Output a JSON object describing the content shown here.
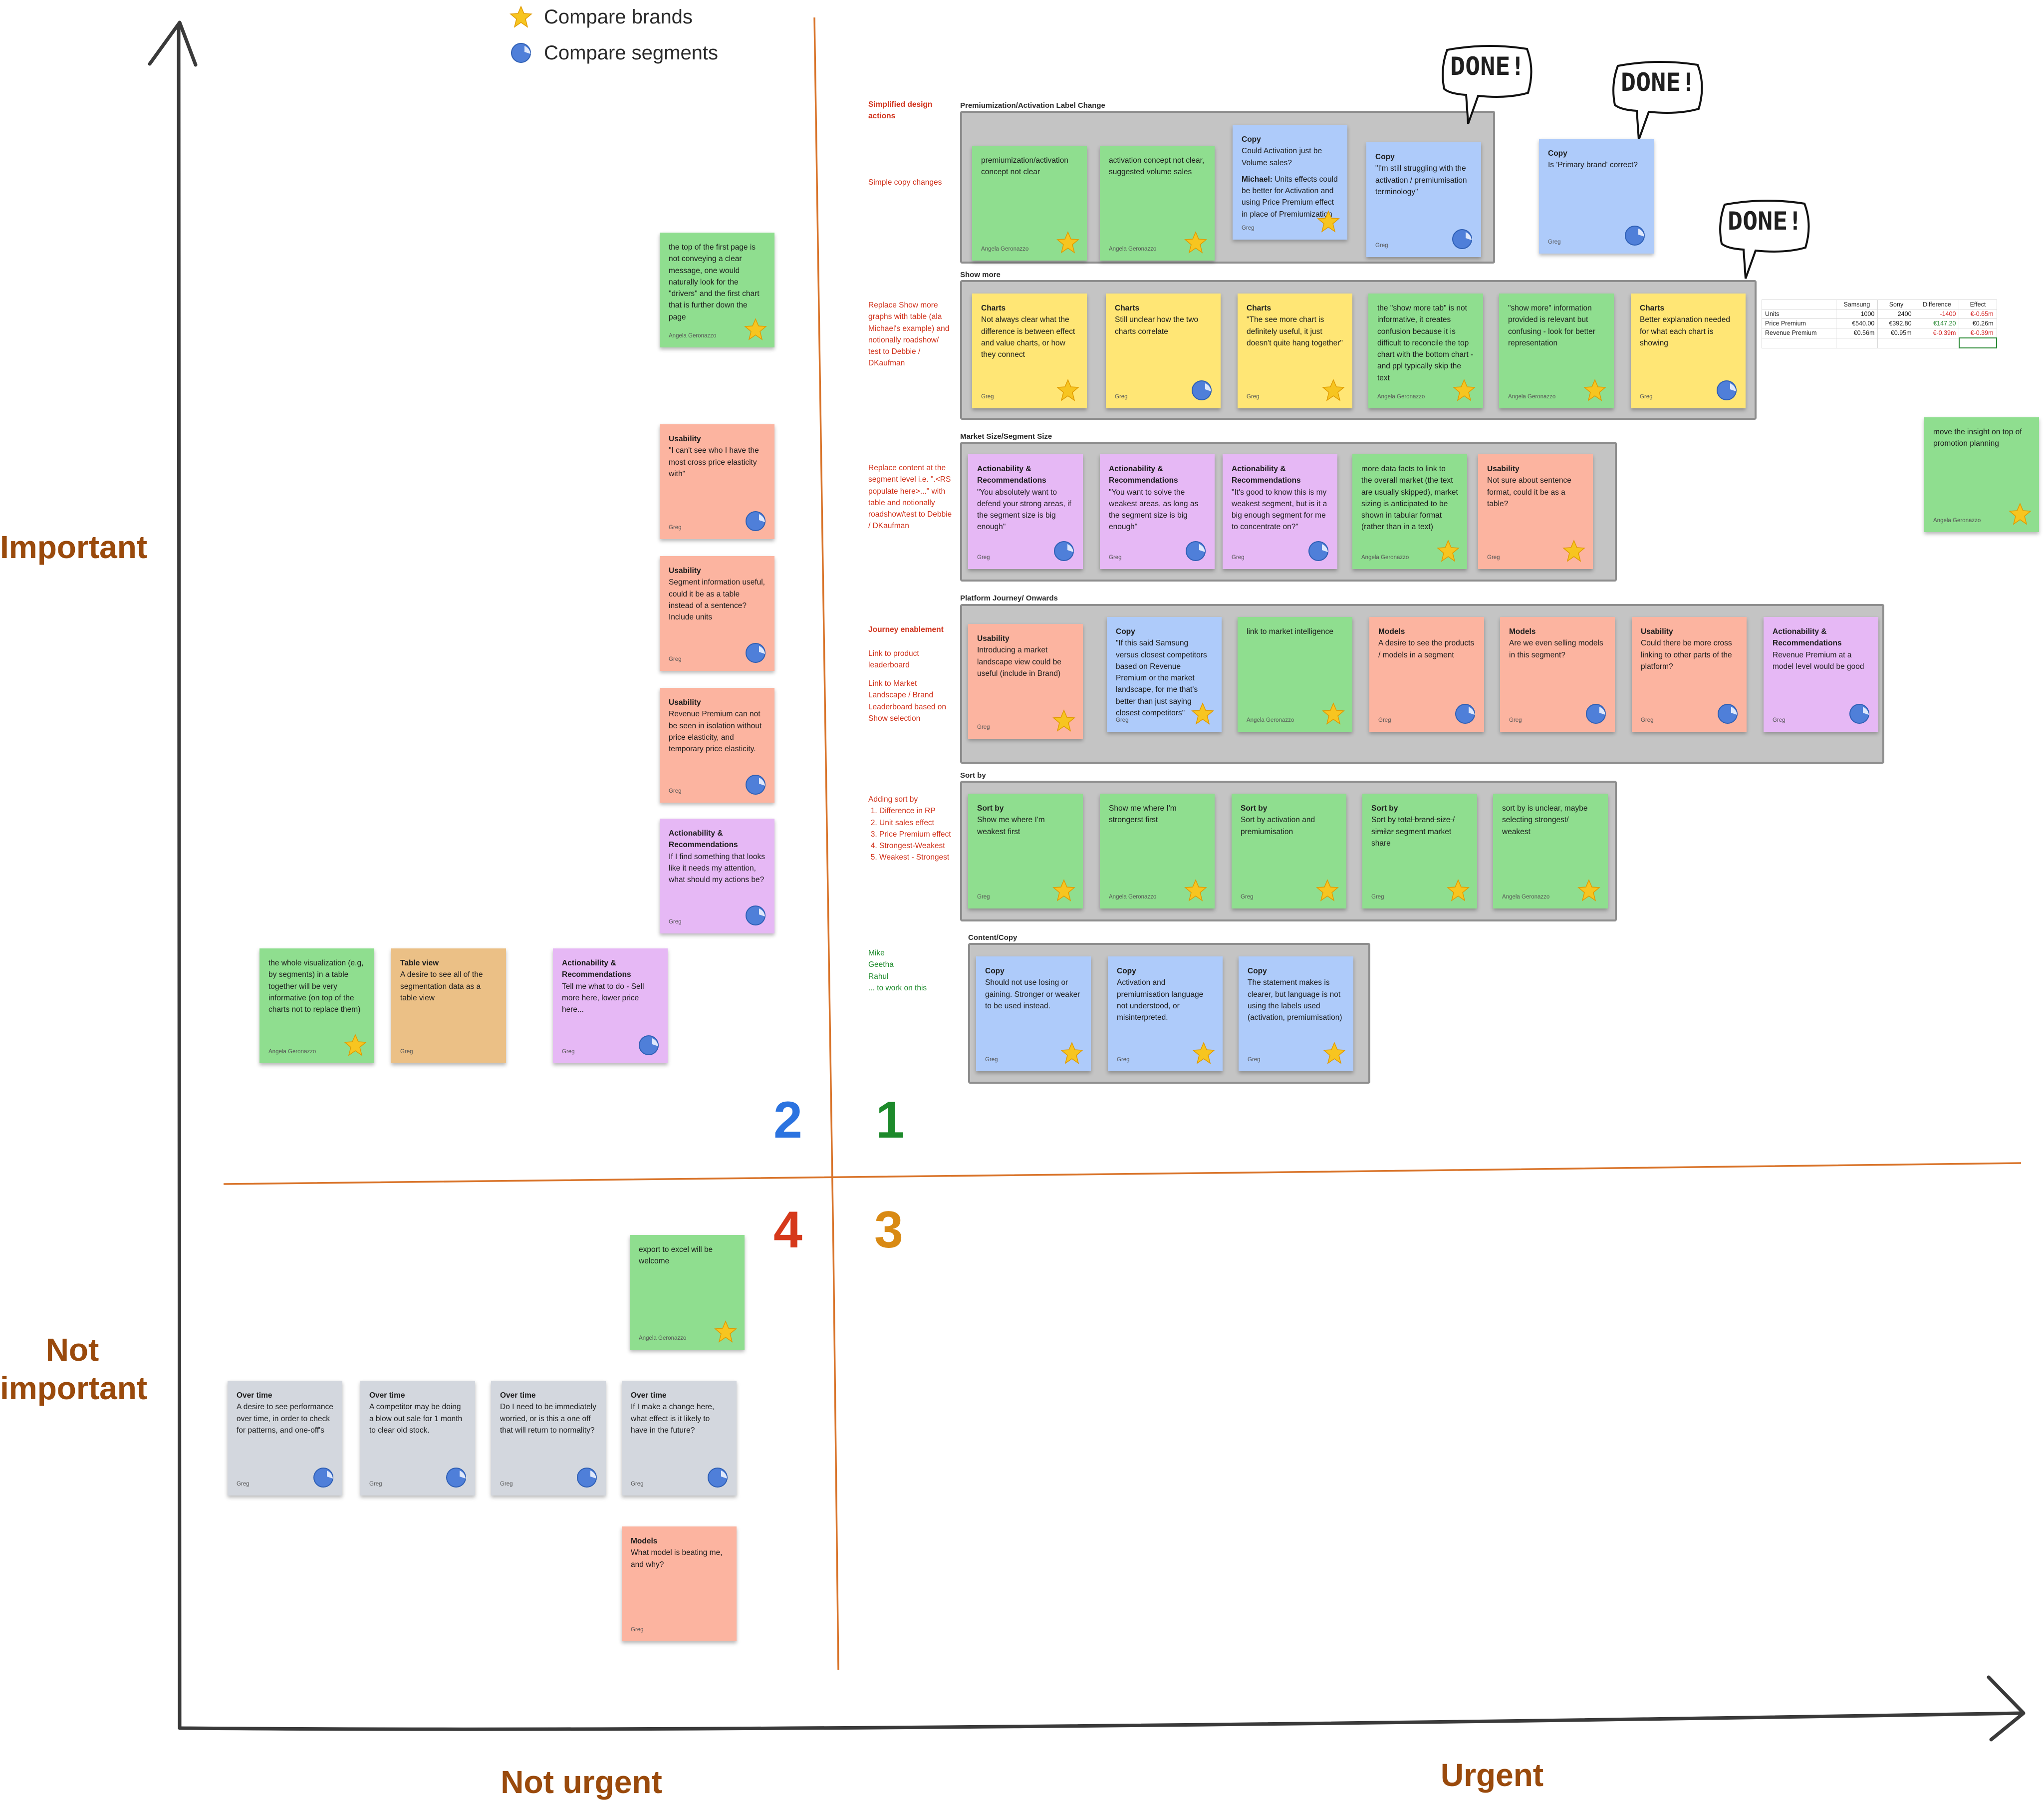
{
  "legend": {
    "brands": "Compare brands",
    "segments": "Compare segments"
  },
  "axes": {
    "important": "Important",
    "not_important": "Not important",
    "not_urgent": "Not urgent",
    "urgent": "Urgent"
  },
  "quadrants": {
    "q1": "1",
    "q2": "2",
    "q3": "3",
    "q4": "4"
  },
  "colors": {
    "axis_label": "#9a4a0c",
    "q1": "#1d8a2b",
    "q2": "#2b73e0",
    "q3": "#d98a14",
    "q4": "#d6391b",
    "divider": "#d9742a",
    "side_red": "#d0321b"
  },
  "done_text": "DONE!",
  "groups": {
    "premiumization": "Premiumization/Activation Label Change",
    "show_more": "Show more",
    "market_size": "Market Size/Segment Size",
    "platform": "Platform Journey/ Onwards",
    "sort_by": "Sort by",
    "content": "Content/Copy"
  },
  "side_notes": {
    "s1": "Simplified design actions",
    "s2": "Simple copy changes",
    "s3": "Replace Show more graphs with table (ala Michael's example) and notionally roadshow/ test to Debbie / DKaufman",
    "s4": "Replace content at the segment level i.e. \".<RS populate here>...\" with table and notionally roadshow/test to Debbie / DKaufman",
    "s5": "Journey enablement",
    "s6": "Link to product leaderboard",
    "s7": "Link to Market Landscape / Brand Leaderboard based on Show selection",
    "s8_title": "Adding sort by",
    "s8_items": [
      "Difference in RP",
      "Unit sales effect",
      "Price Premium effect",
      "Strongest-Weakest",
      "Weakest - Strongest"
    ],
    "s9": [
      "Mike",
      "Geetha",
      "Rahul",
      "... to work on this"
    ]
  },
  "table": {
    "header": [
      "",
      "Samsung",
      "Sony",
      "Difference",
      "Effect"
    ],
    "rows": [
      [
        "Units",
        "1000",
        "2400",
        "-1400",
        "€-0.65m"
      ],
      [
        "Price Premium",
        "€540.00",
        "€392.80",
        "€147.20",
        "€0.26m"
      ],
      [
        "Revenue Premium",
        "€0.56m",
        "€0.95m",
        "€-0.39m",
        "€-0.39m"
      ]
    ]
  },
  "notes": {
    "p1": {
      "title": "",
      "body": "premiumization/activation concept not clear",
      "author": "Angela Geronazzo",
      "marker": "star-icon"
    },
    "p2": {
      "title": "",
      "body": "activation concept not clear, suggested volume sales",
      "author": "Angela Geronazzo",
      "marker": "star-icon"
    },
    "p3": {
      "title": "Copy",
      "body": "Could Activation just be Volume sales?",
      "body2_bold": "Michael:",
      "body2": " Units effects could be better for Activation and using Price Premium effect in place of Premiumization",
      "author": "Greg",
      "marker": "star-icon"
    },
    "p4": {
      "title": "Copy",
      "body": "\"I'm still struggling with the activation / premiumisation terminology\"",
      "author": "Greg",
      "marker": "segment-icon"
    },
    "p5": {
      "title": "Copy",
      "body": "Is 'Primary brand' correct?",
      "author": "Greg",
      "marker": "segment-icon"
    },
    "m1": {
      "title": "Charts",
      "body": "Not always clear what the difference is between effect and value charts, or how they connect",
      "author": "Greg",
      "marker": "star-icon"
    },
    "m2": {
      "title": "Charts",
      "body": "Still unclear how the two charts correlate",
      "author": "Greg",
      "marker": "segment-icon"
    },
    "m3": {
      "title": "Charts",
      "body": "\"The see more chart is definitely useful, it just doesn't quite hang together\"",
      "author": "Greg",
      "marker": "star-icon"
    },
    "m4": {
      "title": "",
      "body": "the \"show more tab\" is not informative, it creates confusion because it is difficult to reconcile the top chart with the bottom chart - and ppl typically skip the text",
      "author": "Angela Geronazzo",
      "marker": "star-icon"
    },
    "m5": {
      "title": "",
      "body": "\"show more\" information provided is relevant but confusing - look for better representation",
      "author": "Angela Geronazzo",
      "marker": "star-icon"
    },
    "m6": {
      "title": "Charts",
      "body": "Better explanation needed for what each chart is showing",
      "author": "Greg",
      "marker": "segment-icon"
    },
    "ms1": {
      "title": "Actionability & Recommendations",
      "body": "\"You absolutely want to defend your strong areas, if the segment size is big enough\"",
      "author": "Greg",
      "marker": "segment-icon"
    },
    "ms2": {
      "title": "Actionability & Recommendations",
      "body": "\"You want to solve the weakest areas, as long as the segment size is big enough\"",
      "author": "Greg",
      "marker": "segment-icon"
    },
    "ms3": {
      "title": "Actionability & Recommendations",
      "body": "\"It's good to know this is my weakest segment, but is it a big enough segment for me to concentrate on?\"",
      "author": "Greg",
      "marker": "segment-icon"
    },
    "ms4": {
      "title": "",
      "body": "more data facts to link to the overall market (the text are usually skipped), market sizing is anticipated to be shown in tabular format (rather than in a text)",
      "author": "Angela Geronazzo",
      "marker": "star-icon"
    },
    "ms5": {
      "title": "Usability",
      "body": "Not sure about sentence format, could it be as a table?",
      "author": "Greg",
      "marker": "star-icon"
    },
    "j1": {
      "title": "Usability",
      "body": "Introducing a market landscape view could be useful (include in Brand)",
      "author": "Greg",
      "marker": "star-icon"
    },
    "j2": {
      "title": "Copy",
      "body": "\"If this said Samsung versus closest competitors based on Revenue Premium or the market landscape, for me that's better than just saying closest competitors\"",
      "author": "Greg",
      "marker": "star-icon"
    },
    "j3": {
      "title": "",
      "body": "link to market intelligence",
      "author": "Angela Geronazzo",
      "marker": "star-icon"
    },
    "j4": {
      "title": "Models",
      "body": "A desire to see the products / models in a segment",
      "author": "Greg",
      "marker": "segment-icon"
    },
    "j5": {
      "title": "Models",
      "body": "Are we even selling models in this segment?",
      "author": "Greg",
      "marker": "segment-icon"
    },
    "j6": {
      "title": "Usability",
      "body": "Could there be more cross linking to other parts of the platform?",
      "author": "Greg",
      "marker": "segment-icon"
    },
    "j7": {
      "title": "Actionability & Recommendations",
      "body": "Revenue Premium at a model level would be good",
      "author": "Greg",
      "marker": "segment-icon"
    },
    "sb1": {
      "title": "Sort by",
      "body": "Show me where I'm weakest first",
      "author": "Greg",
      "marker": "star-icon"
    },
    "sb2": {
      "title": "",
      "body": "Show me where I'm strongerst first",
      "author": "Angela Geronazzo",
      "marker": "star-icon"
    },
    "sb3": {
      "title": "Sort by",
      "body": "Sort by activation and premiumisation",
      "author": "Greg",
      "marker": "star-icon"
    },
    "sb4": {
      "title": "Sort by",
      "body_pre": "Sort by ",
      "body_strike1": "total brand size /",
      "body_mid": " ",
      "body_strike2": "similar",
      "body_post": " segment market share",
      "author": "Greg",
      "marker": "star-icon"
    },
    "sb5": {
      "title": "",
      "body": "sort by is unclear, maybe selecting strongest/ weakest",
      "author": "Angela Geronazzo",
      "marker": "star-icon"
    },
    "c1": {
      "title": "Copy",
      "body": "Should not use losing or gaining. Stronger or weaker to be used instead.",
      "author": "Greg",
      "marker": "star-icon"
    },
    "c2": {
      "title": "Copy",
      "body": "Activation and premiumisation language not understood, or misinterpreted.",
      "author": "Greg",
      "marker": "star-icon"
    },
    "c3": {
      "title": "Copy",
      "body": "The statement makes is clearer, but language is not using the labels used (activation, premiumisation)",
      "author": "Greg",
      "marker": "star-icon"
    },
    "r1": {
      "title": "",
      "body": "move the insight on top of promotion planning",
      "author": "Angela Geronazzo",
      "marker": "star-icon"
    },
    "l1": {
      "title": "",
      "body": "the top of the first page is not conveying a clear message, one would naturally look for the \"drivers\" and the first chart that is further down the page",
      "author": "Angela Geronazzo",
      "marker": "star-icon"
    },
    "l2": {
      "title": "Usability",
      "body": "\"I can't see who I have the most cross price elasticity with\"",
      "author": "Greg",
      "marker": "segment-icon"
    },
    "l3": {
      "title": "Usability",
      "body": "Segment information useful, could it be as a table instead of a sentence? Include units",
      "author": "Greg",
      "marker": "segment-icon"
    },
    "l4": {
      "title": "Usability",
      "body": "Revenue Premium can not be seen in isolation without price elasticity, and temporary price elasticity.",
      "author": "Greg",
      "marker": "segment-icon"
    },
    "l5": {
      "title": "Actionability & Recommendations",
      "body": "If I find something that looks like it needs my attention, what should my actions be?",
      "author": "Greg",
      "marker": "segment-icon"
    },
    "b1": {
      "title": "",
      "body": "the whole visualization (e.g, by segments) in a table together will be very informative (on top of the charts not to replace them)",
      "author": "Angela Geronazzo",
      "marker": "star-icon"
    },
    "b2": {
      "title": "Table view",
      "body": "A desire to see all of the segmentation data as a table view",
      "author": "Greg",
      "marker": "none"
    },
    "b3": {
      "title": "Actionability & Recommendations",
      "body": "Tell me what to do - Sell more here, lower price here...",
      "author": "Greg",
      "marker": "segment-icon"
    },
    "q4a": {
      "title": "",
      "body": "export to excel will be welcome",
      "author": "Angela Geronazzo",
      "marker": "star-icon"
    },
    "o1": {
      "title": "Over time",
      "body": "A desire to see performance over time, in order to check for patterns, and one-off's",
      "author": "Greg",
      "marker": "segment-icon"
    },
    "o2": {
      "title": "Over time",
      "body": "A competitor may be doing a blow out sale for 1 month to clear old stock.",
      "author": "Greg",
      "marker": "segment-icon"
    },
    "o3": {
      "title": "Over time",
      "body": "Do I need to be immediately worried, or is this a one off that will return to normality?",
      "author": "Greg",
      "marker": "segment-icon"
    },
    "o4": {
      "title": "Over time",
      "body": "If I make a change here, what effect is it likely to have in the future?",
      "author": "Greg",
      "marker": "segment-icon"
    },
    "mo1": {
      "title": "Models",
      "body": "What model is beating me, and why?",
      "author": "Greg",
      "marker": "none"
    }
  }
}
